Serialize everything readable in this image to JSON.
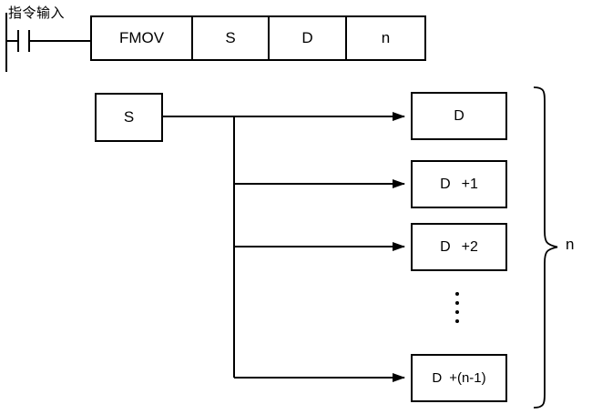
{
  "colors": {
    "line": "#000000",
    "background": "#ffffff"
  },
  "ladder": {
    "input_label": "指令输入"
  },
  "instruction_row": {
    "cells": [
      "FMOV",
      "S",
      "D",
      "n"
    ]
  },
  "source_box": {
    "label": "S"
  },
  "dest_boxes": [
    {
      "label": "D",
      "suffix": ""
    },
    {
      "label": "D",
      "suffix": "+1"
    },
    {
      "label": "D",
      "suffix": "+2"
    },
    {
      "label": "D",
      "suffix": "+(n-1)"
    }
  ],
  "brace": {
    "label": "n"
  }
}
